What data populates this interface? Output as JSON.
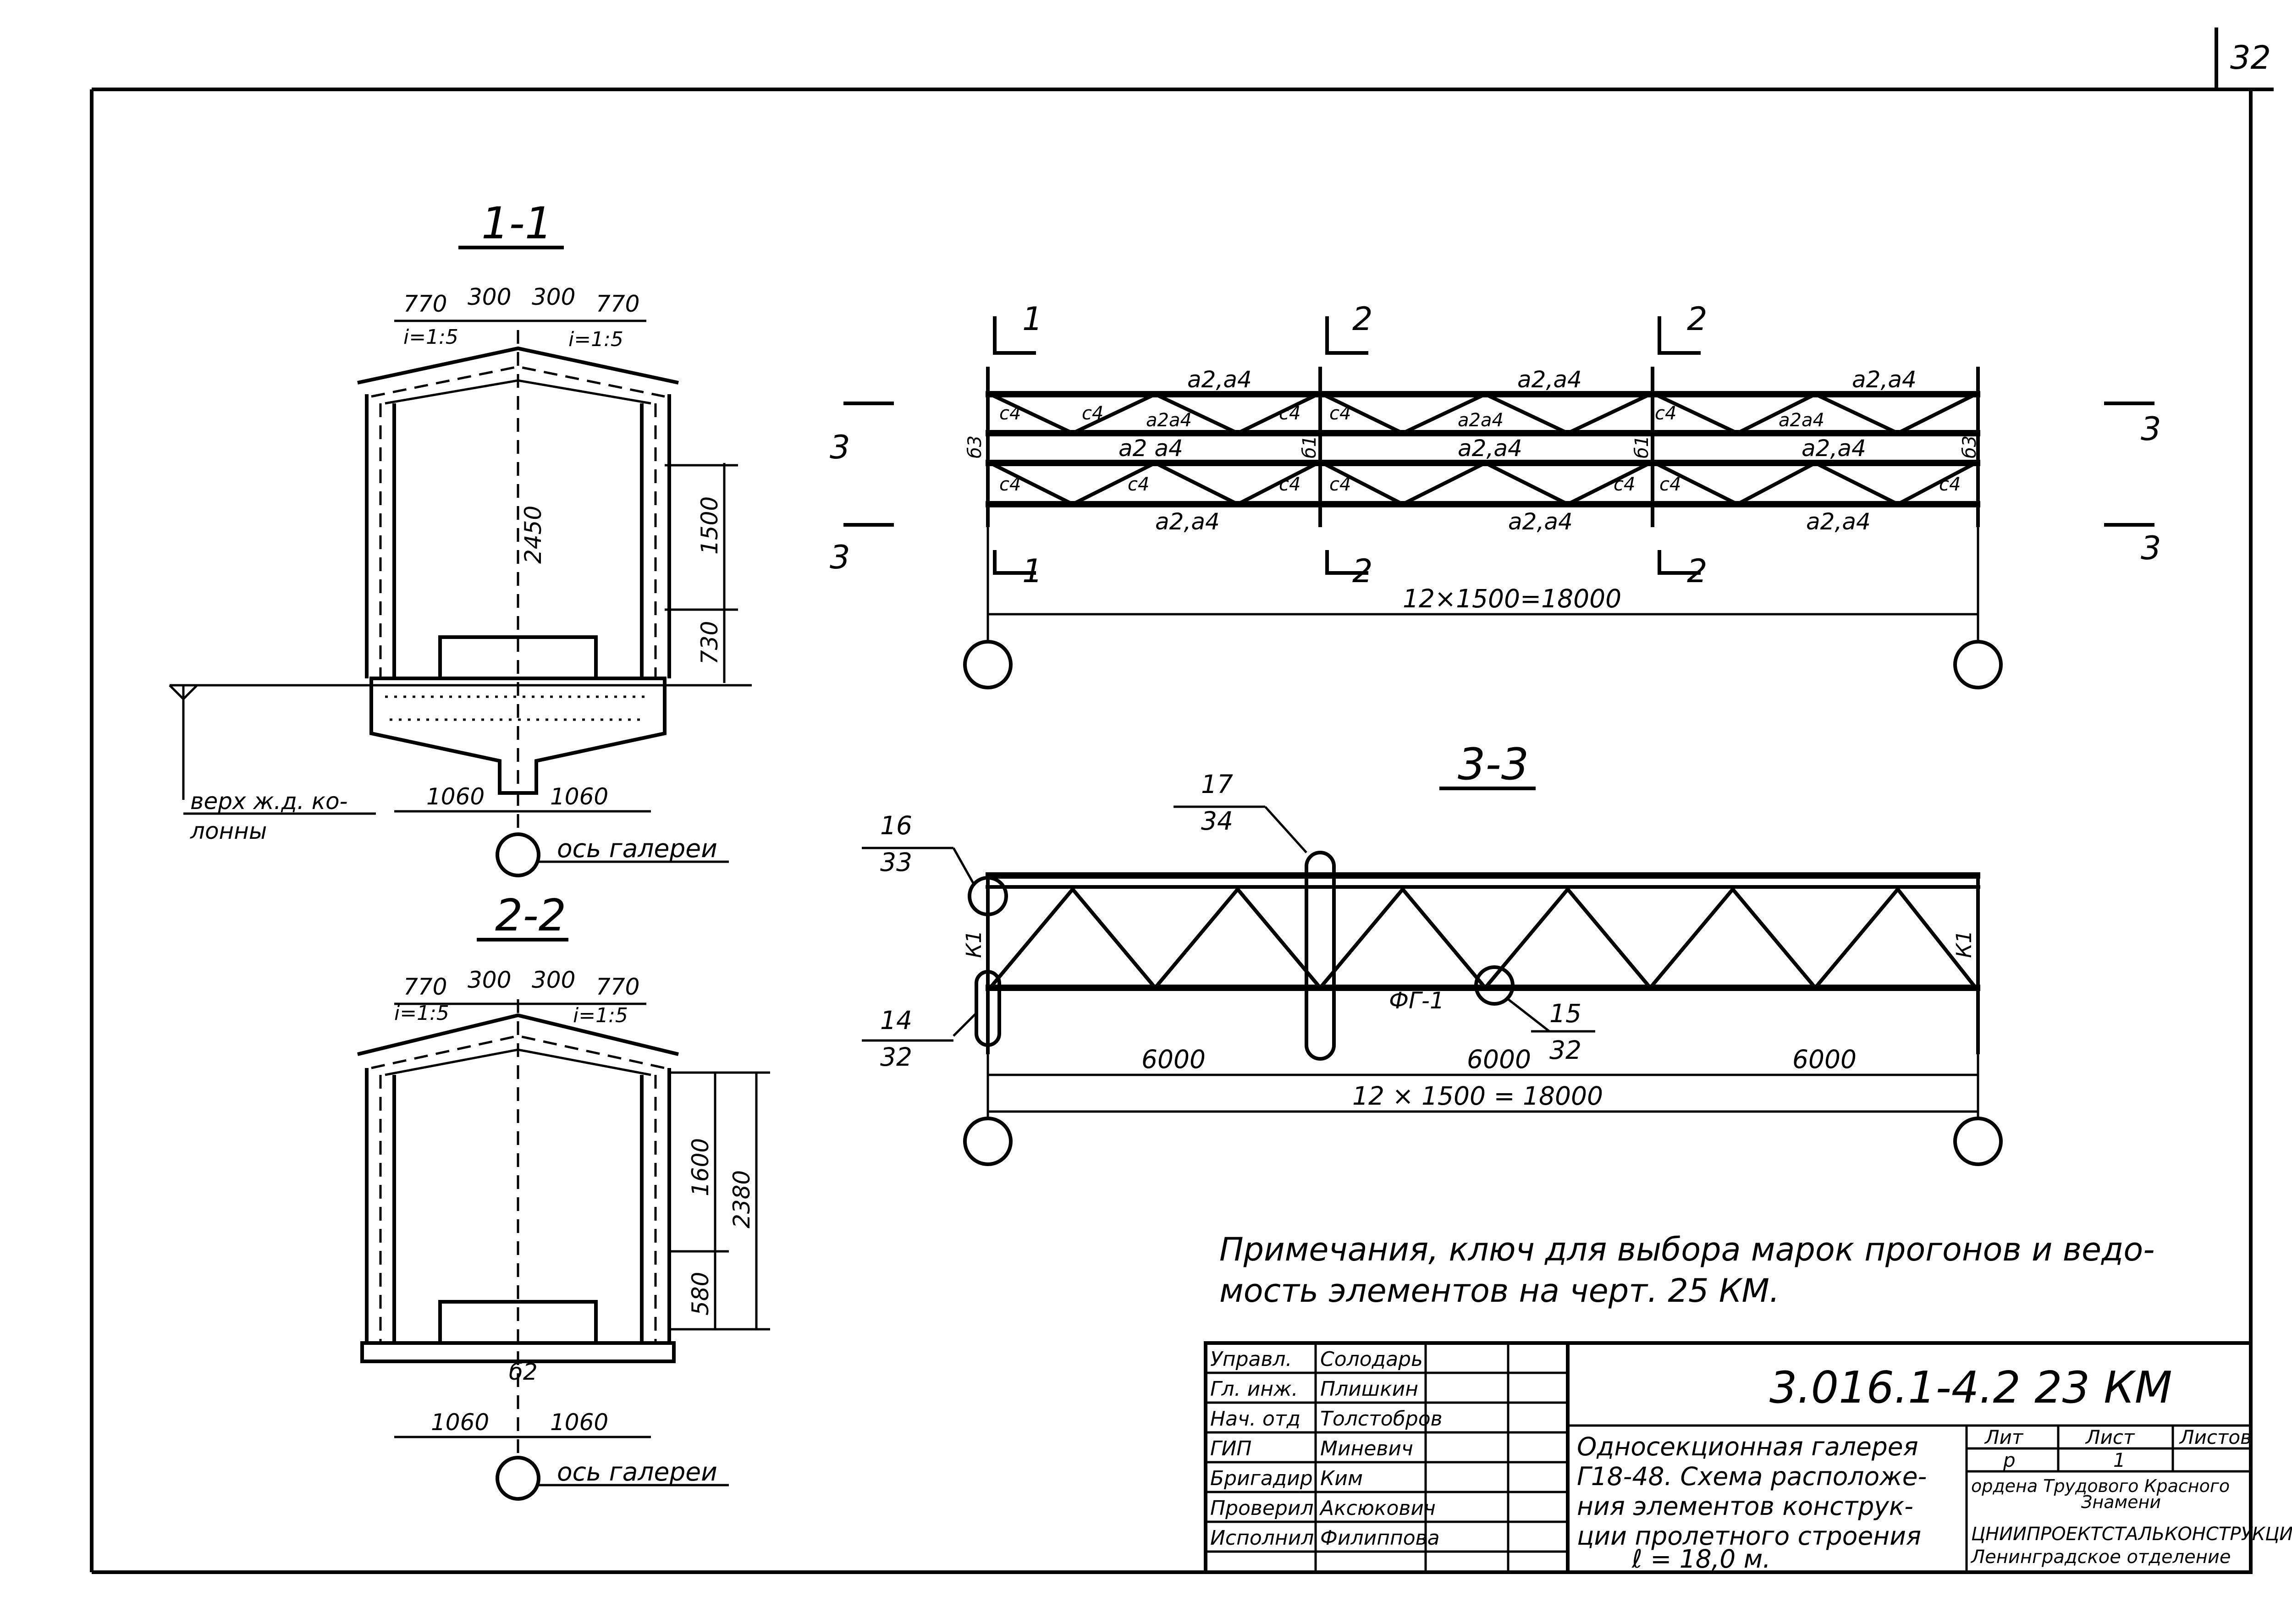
{
  "page_number": "32",
  "views": {
    "section_1": {
      "title": "1-1",
      "dims": [
        "770",
        "300",
        "300",
        "770",
        "1500",
        "730",
        "2450",
        "1060",
        "1060"
      ],
      "slopes": [
        "i=1:5",
        "i=1:5"
      ],
      "column_top_label": [
        "верх ж.д. ко-",
        "лонны"
      ],
      "gallery_axis": "ось галереи"
    },
    "section_2": {
      "title": "2-2",
      "dims": [
        "770",
        "300",
        "300",
        "770",
        "1600",
        "580",
        "2380",
        "1060",
        "1060"
      ],
      "slopes": [
        "i=1:5",
        "i=1:5"
      ],
      "mark": "б2",
      "gallery_axis": "ось галереи"
    },
    "plan": {
      "cut_labels": [
        "1",
        "1",
        "2",
        "2",
        "2",
        "2",
        "3",
        "3",
        "3",
        "3"
      ],
      "marks": [
        "а2,а4",
        "а2,а4",
        "а2,а4",
        "а2 а4",
        "а2,а4",
        "а2,а4",
        "а2,а4",
        "а2,а4",
        "а2,а4",
        "а2а4",
        "а2а4",
        "а2а4",
        "с4",
        "б3",
        "б1",
        "б1",
        "б3"
      ],
      "span_dim": "12×1500=18000"
    },
    "section_3": {
      "title": "3-3",
      "callouts": [
        {
          "num": "16",
          "sheet": "33"
        },
        {
          "num": "17",
          "sheet": "34"
        },
        {
          "num": "14",
          "sheet": "32"
        },
        {
          "num": "15",
          "sheet": "32"
        }
      ],
      "truss_mark": "ФГ-1",
      "post_mark": "К1",
      "panels": [
        "6000",
        "6000",
        "6000"
      ],
      "span_dim": "12 × 1500 = 18000"
    }
  },
  "notes": [
    "Примечания, ключ  для выбора марок прогонов и ведо-",
    "мость элементов на черт. 25 КМ."
  ],
  "title_block": {
    "code": "3.016.1-4.2   23 КМ",
    "roles": [
      {
        "role": "Управл.",
        "name": "Солодарь"
      },
      {
        "role": "Гл. инж.",
        "name": "Плишкин"
      },
      {
        "role": "Нач. отд",
        "name": "Толстобров"
      },
      {
        "role": "ГИП",
        "name": "Миневич"
      },
      {
        "role": "Бригадир",
        "name": "Ким"
      },
      {
        "role": "Проверил",
        "name": "Аксюкович"
      },
      {
        "role": "Исполнил",
        "name": "Филиппова"
      }
    ],
    "description": [
      "Односекционная галерея",
      "Г18-48. Схема расположе-",
      "ния элементов конструк-",
      "ции пролетного строения",
      "ℓ = 18,0 м."
    ],
    "stage_headers": [
      "Лит",
      "Лист",
      "Листов"
    ],
    "stage_values": [
      "р",
      "1",
      ""
    ],
    "org": [
      "ордена Трудового Красного",
      "Знамени",
      "ЦНИИПРОЕКТСТАЛЬКОНСТРУКЦИЯ",
      "Ленинградское отделение"
    ]
  }
}
